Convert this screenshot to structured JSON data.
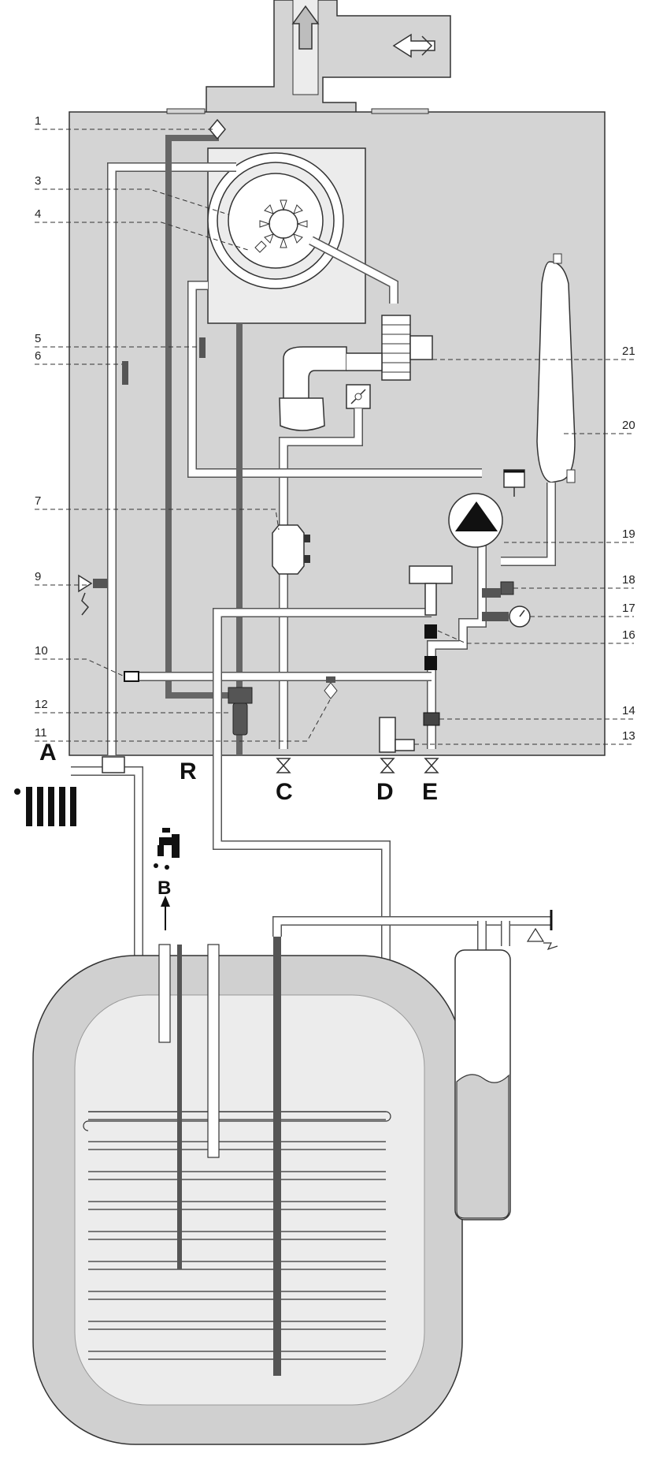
{
  "diagram": {
    "callouts_left": [
      {
        "id": "c1",
        "text": "1"
      },
      {
        "id": "c3",
        "text": "3"
      },
      {
        "id": "c4",
        "text": "4"
      },
      {
        "id": "c5",
        "text": "5"
      },
      {
        "id": "c6",
        "text": "6"
      },
      {
        "id": "c7",
        "text": "7"
      },
      {
        "id": "c9",
        "text": "9"
      },
      {
        "id": "c10",
        "text": "10"
      },
      {
        "id": "c12",
        "text": "12"
      },
      {
        "id": "c11",
        "text": "11"
      }
    ],
    "callouts_right": [
      {
        "id": "c21",
        "text": "21"
      },
      {
        "id": "c20",
        "text": "20"
      },
      {
        "id": "c19",
        "text": "19"
      },
      {
        "id": "c18",
        "text": "18"
      },
      {
        "id": "c17",
        "text": "17"
      },
      {
        "id": "c16",
        "text": "16"
      },
      {
        "id": "c14",
        "text": "14"
      },
      {
        "id": "c13",
        "text": "13"
      }
    ],
    "ports": {
      "A": "A",
      "R": "R",
      "C": "C",
      "D": "D",
      "E": "E",
      "B": "B"
    },
    "colors": {
      "casing": "#d4d4d4",
      "tank_shell": "#d0d0d0",
      "tank_inner": "#ececec",
      "pipe_outline": "#555555",
      "dark_pipe": "#666666",
      "accent_black": "#111111"
    },
    "icons": [
      "radiator-icon",
      "tap-icon",
      "exhaust-arrow-icon",
      "intake-arrow-icon",
      "pump-icon",
      "pressure-gauge-icon",
      "safety-valve-icon",
      "burner-icon"
    ]
  }
}
